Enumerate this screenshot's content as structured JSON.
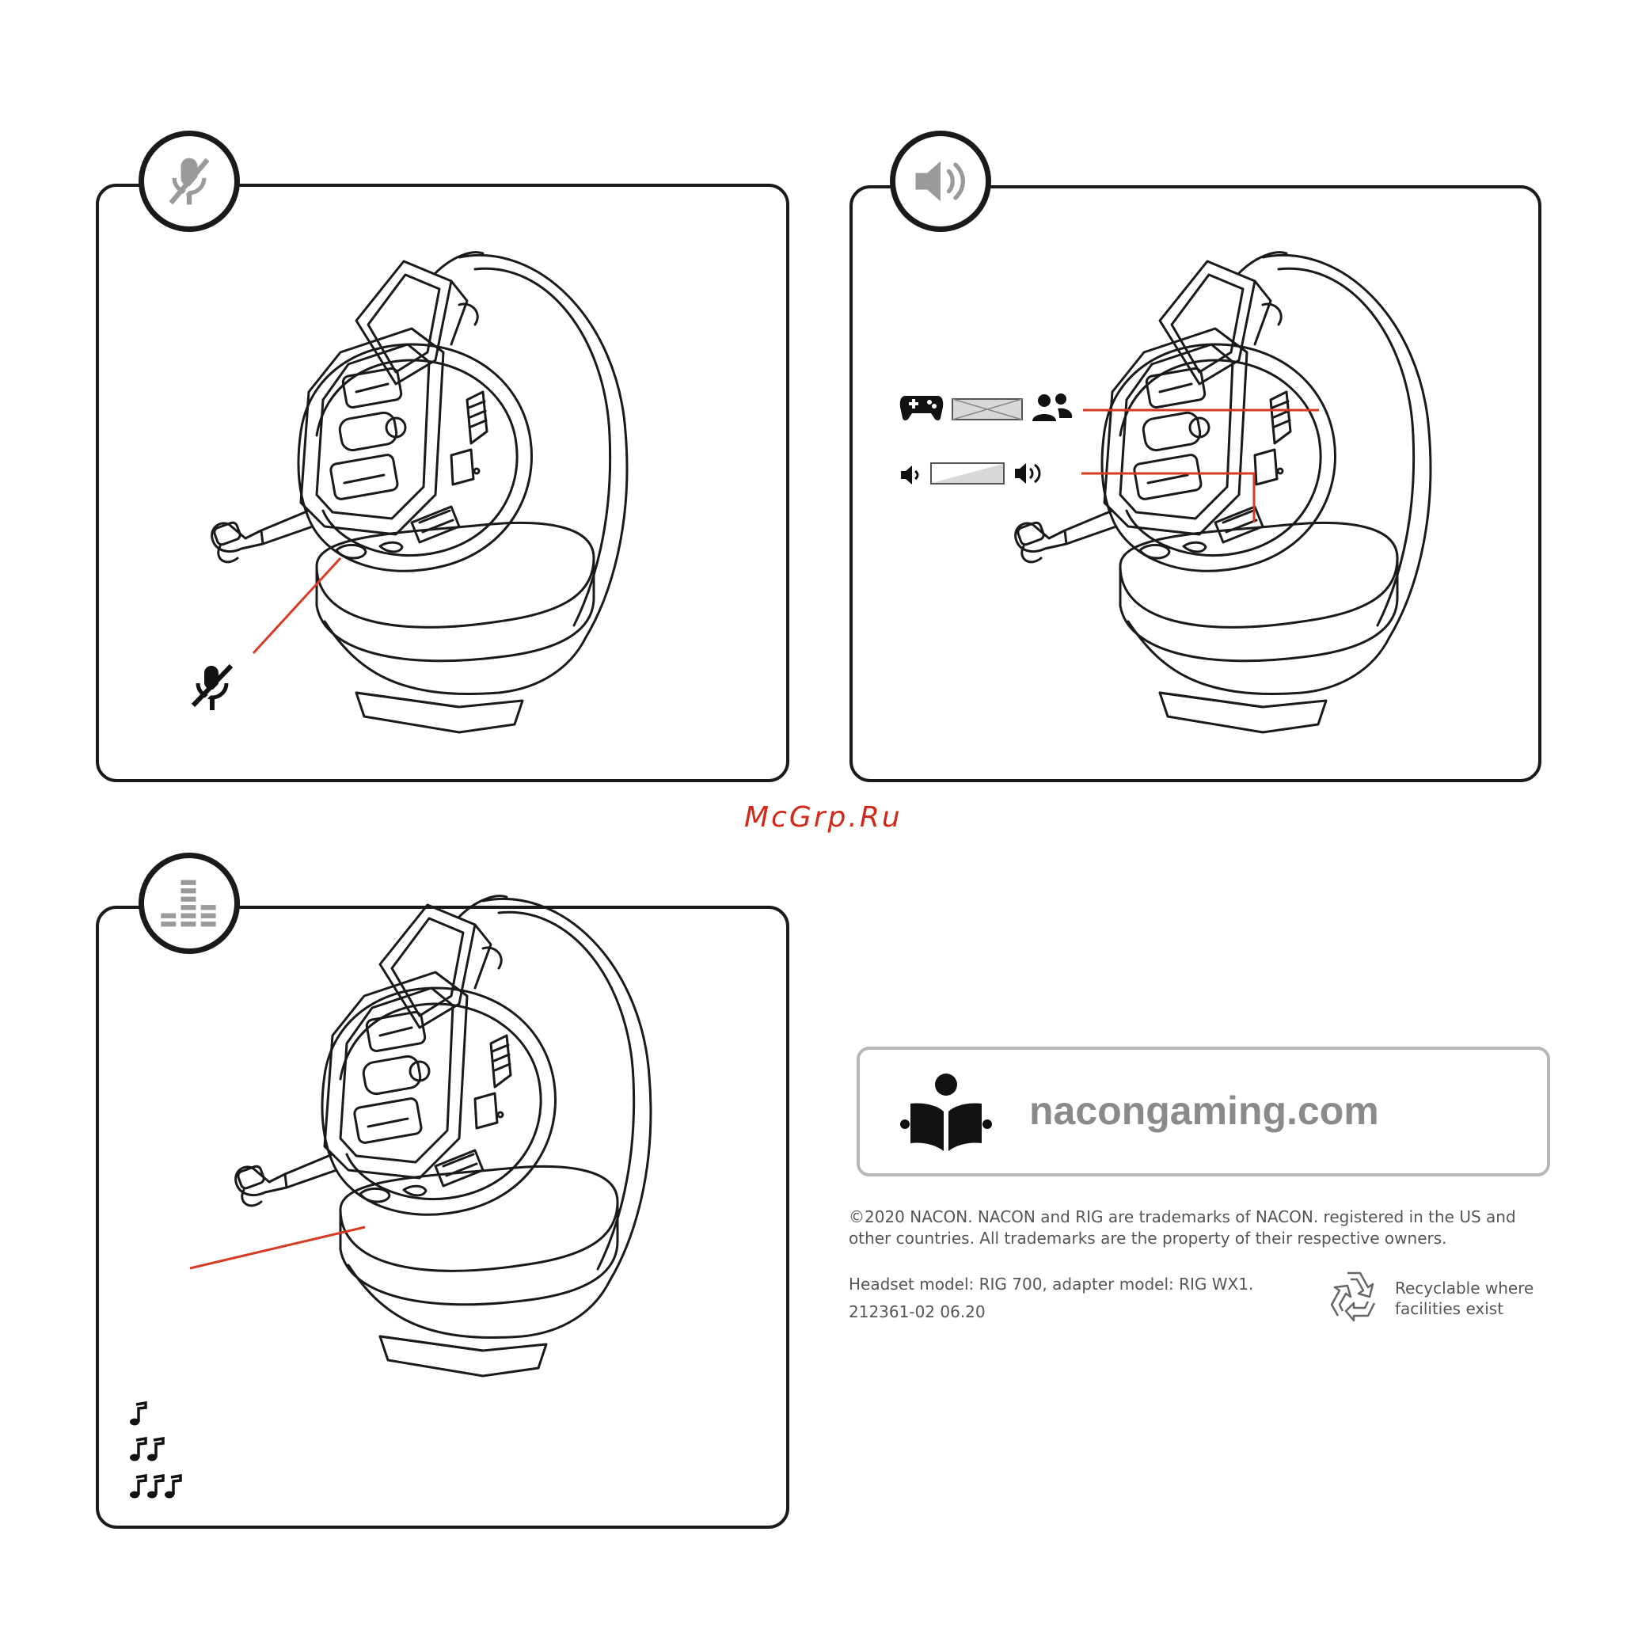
{
  "watermark": "McGrp.Ru",
  "panels": [
    {
      "id": "mic-mute",
      "badge_icon": "mic-muted-icon",
      "callout_icon": "mic-muted-icon"
    },
    {
      "id": "volume",
      "badge_icon": "speaker-icon",
      "mix_left_icon": "gamepad-icon",
      "mix_right_icon": "people-icon",
      "volume_low_icon": "speaker-low-icon",
      "volume_high_icon": "speaker-high-icon"
    },
    {
      "id": "eq",
      "badge_icon": "equalizer-icon",
      "presets": [
        "one-note-icon",
        "two-notes-icon",
        "three-notes-icon"
      ]
    }
  ],
  "website": "nacongaming.com",
  "legal_text": "©2020 NACON. NACON and RIG are trademarks of NACON. registered in the US and other countries. All trademarks are the property of their respective owners.",
  "model_text": "Headset model: RIG 700, adapter model: RIG WX1.",
  "code_text": "212361-02 06.20",
  "recycle_text_line1": "Recyclable where",
  "recycle_text_line2": "facilities exist",
  "colors": {
    "accent": "#d63a22",
    "frame": "#1a1a1a",
    "muted_gray": "#8a8a8a"
  }
}
